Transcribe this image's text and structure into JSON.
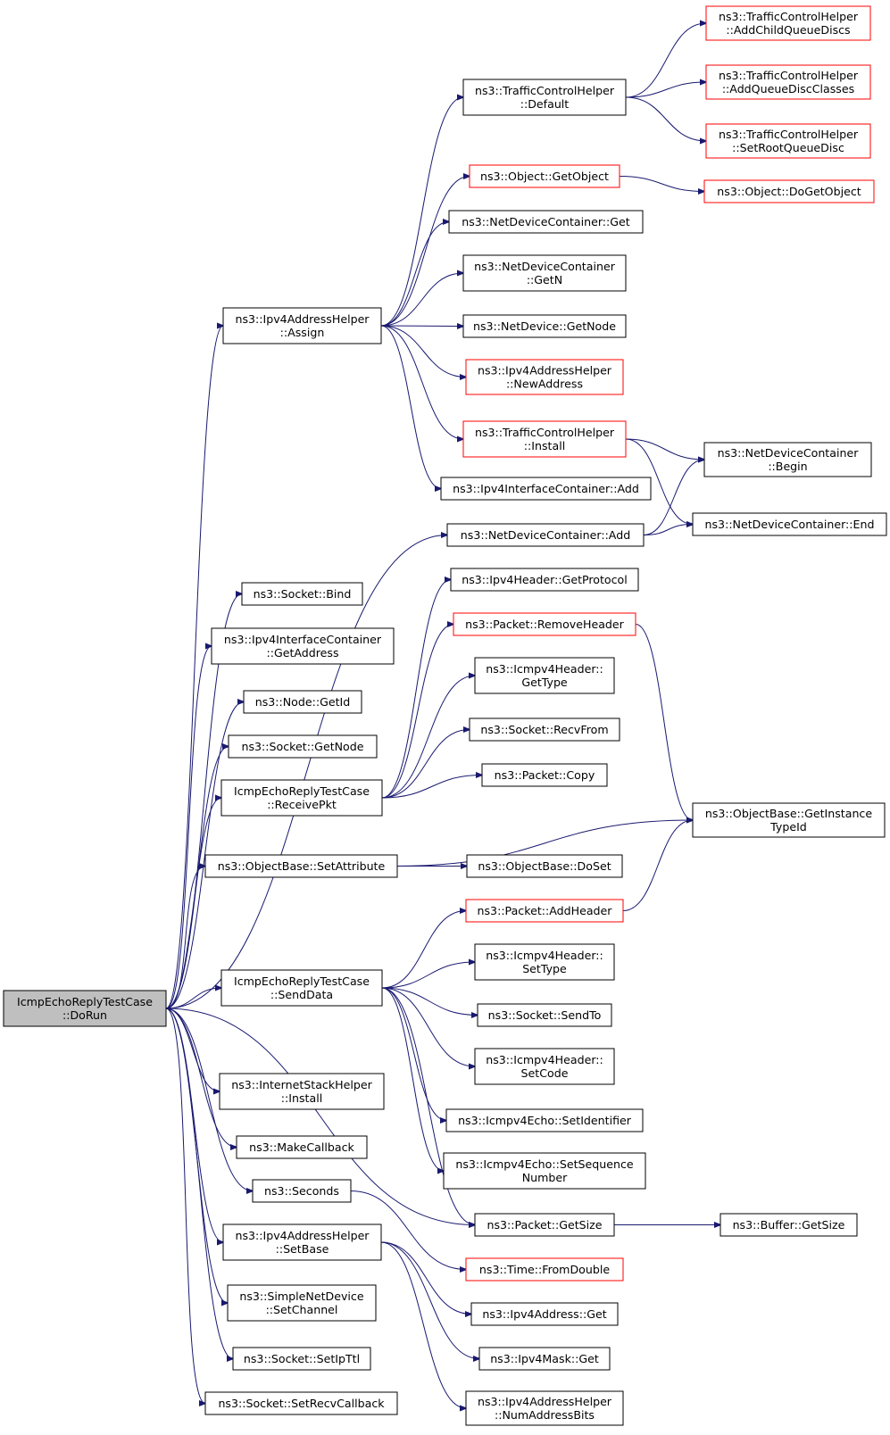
{
  "diagram": {
    "colors": {
      "edge": "#191970",
      "node_border": "#000000",
      "node_border_unresolved": "#ff0000",
      "root_fill": "#bfbfbf",
      "node_fill": "#ffffff"
    },
    "nodes": [
      {
        "id": "root",
        "lines": [
          "IcmpEchoReplyTestCase",
          "::DoRun"
        ],
        "style": "root"
      },
      {
        "id": "assign",
        "lines": [
          "ns3::Ipv4AddressHelper",
          "::Assign"
        ],
        "style": "normal"
      },
      {
        "id": "tchDefault",
        "lines": [
          "ns3::TrafficControlHelper",
          "::Default"
        ],
        "style": "normal"
      },
      {
        "id": "addChildQD",
        "lines": [
          "ns3::TrafficControlHelper",
          "::AddChildQueueDiscs"
        ],
        "style": "red"
      },
      {
        "id": "addQDClasses",
        "lines": [
          "ns3::TrafficControlHelper",
          "::AddQueueDiscClasses"
        ],
        "style": "red"
      },
      {
        "id": "setRootQD",
        "lines": [
          "ns3::TrafficControlHelper",
          "::SetRootQueueDisc"
        ],
        "style": "red"
      },
      {
        "id": "getObject",
        "lines": [
          "ns3::Object::GetObject"
        ],
        "style": "red"
      },
      {
        "id": "doGetObject",
        "lines": [
          "ns3::Object::DoGetObject"
        ],
        "style": "red"
      },
      {
        "id": "ndcGet",
        "lines": [
          "ns3::NetDeviceContainer::Get"
        ],
        "style": "normal"
      },
      {
        "id": "ndcGetN",
        "lines": [
          "ns3::NetDeviceContainer",
          "::GetN"
        ],
        "style": "normal"
      },
      {
        "id": "ndGetNode",
        "lines": [
          "ns3::NetDevice::GetNode"
        ],
        "style": "normal"
      },
      {
        "id": "newAddress",
        "lines": [
          "ns3::Ipv4AddressHelper",
          "::NewAddress"
        ],
        "style": "red"
      },
      {
        "id": "tchInstall",
        "lines": [
          "ns3::TrafficControlHelper",
          "::Install"
        ],
        "style": "red"
      },
      {
        "id": "ndcBegin",
        "lines": [
          "ns3::NetDeviceContainer",
          "::Begin"
        ],
        "style": "normal"
      },
      {
        "id": "iicAdd",
        "lines": [
          "ns3::Ipv4InterfaceContainer::Add"
        ],
        "style": "normal"
      },
      {
        "id": "ndcAdd",
        "lines": [
          "ns3::NetDeviceContainer::Add"
        ],
        "style": "normal"
      },
      {
        "id": "ndcEnd",
        "lines": [
          "ns3::NetDeviceContainer::End"
        ],
        "style": "normal"
      },
      {
        "id": "sockBind",
        "lines": [
          "ns3::Socket::Bind"
        ],
        "style": "normal"
      },
      {
        "id": "iicGetAddr",
        "lines": [
          "ns3::Ipv4InterfaceContainer",
          "::GetAddress"
        ],
        "style": "normal"
      },
      {
        "id": "nodeGetId",
        "lines": [
          "ns3::Node::GetId"
        ],
        "style": "normal"
      },
      {
        "id": "sockGetNode",
        "lines": [
          "ns3::Socket::GetNode"
        ],
        "style": "normal"
      },
      {
        "id": "receivePkt",
        "lines": [
          "IcmpEchoReplyTestCase",
          "::ReceivePkt"
        ],
        "style": "normal"
      },
      {
        "id": "ipv4HdrGetProto",
        "lines": [
          "ns3::Ipv4Header::GetProtocol"
        ],
        "style": "normal"
      },
      {
        "id": "pktRemoveHdr",
        "lines": [
          "ns3::Packet::RemoveHeader"
        ],
        "style": "red"
      },
      {
        "id": "icmpGetType",
        "lines": [
          "ns3::Icmpv4Header::",
          "GetType"
        ],
        "style": "normal"
      },
      {
        "id": "sockRecvFrom",
        "lines": [
          "ns3::Socket::RecvFrom"
        ],
        "style": "normal"
      },
      {
        "id": "pktCopy",
        "lines": [
          "ns3::Packet::Copy"
        ],
        "style": "normal"
      },
      {
        "id": "getInstanceTypeId",
        "lines": [
          "ns3::ObjectBase::GetInstance",
          "TypeId"
        ],
        "style": "normal"
      },
      {
        "id": "setAttribute",
        "lines": [
          "ns3::ObjectBase::SetAttribute"
        ],
        "style": "normal"
      },
      {
        "id": "doSet",
        "lines": [
          "ns3::ObjectBase::DoSet"
        ],
        "style": "normal"
      },
      {
        "id": "pktAddHdr",
        "lines": [
          "ns3::Packet::AddHeader"
        ],
        "style": "red"
      },
      {
        "id": "sendData",
        "lines": [
          "IcmpEchoReplyTestCase",
          "::SendData"
        ],
        "style": "normal"
      },
      {
        "id": "icmpSetType",
        "lines": [
          "ns3::Icmpv4Header::",
          "SetType"
        ],
        "style": "normal"
      },
      {
        "id": "sockSendTo",
        "lines": [
          "ns3::Socket::SendTo"
        ],
        "style": "normal"
      },
      {
        "id": "icmpSetCode",
        "lines": [
          "ns3::Icmpv4Header::",
          "SetCode"
        ],
        "style": "normal"
      },
      {
        "id": "echoSetId",
        "lines": [
          "ns3::Icmpv4Echo::SetIdentifier"
        ],
        "style": "normal"
      },
      {
        "id": "echoSetSeq",
        "lines": [
          "ns3::Icmpv4Echo::SetSequence",
          "Number"
        ],
        "style": "normal"
      },
      {
        "id": "pktGetSize",
        "lines": [
          "ns3::Packet::GetSize"
        ],
        "style": "normal"
      },
      {
        "id": "bufGetSize",
        "lines": [
          "ns3::Buffer::GetSize"
        ],
        "style": "normal"
      },
      {
        "id": "ishInstall",
        "lines": [
          "ns3::InternetStackHelper",
          "::Install"
        ],
        "style": "normal"
      },
      {
        "id": "makeCallback",
        "lines": [
          "ns3::MakeCallback"
        ],
        "style": "normal"
      },
      {
        "id": "seconds",
        "lines": [
          "ns3::Seconds"
        ],
        "style": "normal"
      },
      {
        "id": "timeFromDouble",
        "lines": [
          "ns3::Time::FromDouble"
        ],
        "style": "red"
      },
      {
        "id": "setBase",
        "lines": [
          "ns3::Ipv4AddressHelper",
          "::SetBase"
        ],
        "style": "normal"
      },
      {
        "id": "ipv4AddrGet",
        "lines": [
          "ns3::Ipv4Address::Get"
        ],
        "style": "normal"
      },
      {
        "id": "ipv4MaskGet",
        "lines": [
          "ns3::Ipv4Mask::Get"
        ],
        "style": "normal"
      },
      {
        "id": "numAddrBits",
        "lines": [
          "ns3::Ipv4AddressHelper",
          "::NumAddressBits"
        ],
        "style": "normal"
      },
      {
        "id": "sndSetChannel",
        "lines": [
          "ns3::SimpleNetDevice",
          "::SetChannel"
        ],
        "style": "normal"
      },
      {
        "id": "sockSetIpTtl",
        "lines": [
          "ns3::Socket::SetIpTtl"
        ],
        "style": "normal"
      },
      {
        "id": "sockSetRecvCb",
        "lines": [
          "ns3::Socket::SetRecvCallback"
        ],
        "style": "normal"
      }
    ],
    "edges": [
      [
        "root",
        "assign"
      ],
      [
        "root",
        "ndcAdd"
      ],
      [
        "root",
        "sockBind"
      ],
      [
        "root",
        "iicGetAddr"
      ],
      [
        "root",
        "nodeGetId"
      ],
      [
        "root",
        "sockGetNode"
      ],
      [
        "root",
        "receivePkt"
      ],
      [
        "root",
        "setAttribute"
      ],
      [
        "root",
        "sendData"
      ],
      [
        "root",
        "pktGetSize"
      ],
      [
        "root",
        "ishInstall"
      ],
      [
        "root",
        "makeCallback"
      ],
      [
        "root",
        "seconds"
      ],
      [
        "root",
        "setBase"
      ],
      [
        "root",
        "sndSetChannel"
      ],
      [
        "root",
        "sockSetIpTtl"
      ],
      [
        "root",
        "sockSetRecvCb"
      ],
      [
        "assign",
        "tchDefault"
      ],
      [
        "assign",
        "getObject"
      ],
      [
        "assign",
        "ndcGet"
      ],
      [
        "assign",
        "ndcGetN"
      ],
      [
        "assign",
        "ndGetNode"
      ],
      [
        "assign",
        "newAddress"
      ],
      [
        "assign",
        "tchInstall"
      ],
      [
        "assign",
        "iicAdd"
      ],
      [
        "tchDefault",
        "addChildQD"
      ],
      [
        "tchDefault",
        "addQDClasses"
      ],
      [
        "tchDefault",
        "setRootQD"
      ],
      [
        "getObject",
        "doGetObject"
      ],
      [
        "tchInstall",
        "ndcBegin"
      ],
      [
        "tchInstall",
        "ndcEnd"
      ],
      [
        "ndcAdd",
        "ndcBegin"
      ],
      [
        "ndcAdd",
        "ndcEnd"
      ],
      [
        "receivePkt",
        "ipv4HdrGetProto"
      ],
      [
        "receivePkt",
        "pktRemoveHdr"
      ],
      [
        "receivePkt",
        "icmpGetType"
      ],
      [
        "receivePkt",
        "sockRecvFrom"
      ],
      [
        "receivePkt",
        "pktCopy"
      ],
      [
        "pktRemoveHdr",
        "getInstanceTypeId"
      ],
      [
        "setAttribute",
        "getInstanceTypeId"
      ],
      [
        "setAttribute",
        "doSet"
      ],
      [
        "pktAddHdr",
        "getInstanceTypeId"
      ],
      [
        "sendData",
        "pktAddHdr"
      ],
      [
        "sendData",
        "icmpSetType"
      ],
      [
        "sendData",
        "sockSendTo"
      ],
      [
        "sendData",
        "icmpSetCode"
      ],
      [
        "sendData",
        "echoSetId"
      ],
      [
        "sendData",
        "echoSetSeq"
      ],
      [
        "sendData",
        "pktGetSize"
      ],
      [
        "pktGetSize",
        "bufGetSize"
      ],
      [
        "seconds",
        "timeFromDouble"
      ],
      [
        "setBase",
        "ipv4AddrGet"
      ],
      [
        "setBase",
        "ipv4MaskGet"
      ],
      [
        "setBase",
        "numAddrBits"
      ]
    ]
  }
}
